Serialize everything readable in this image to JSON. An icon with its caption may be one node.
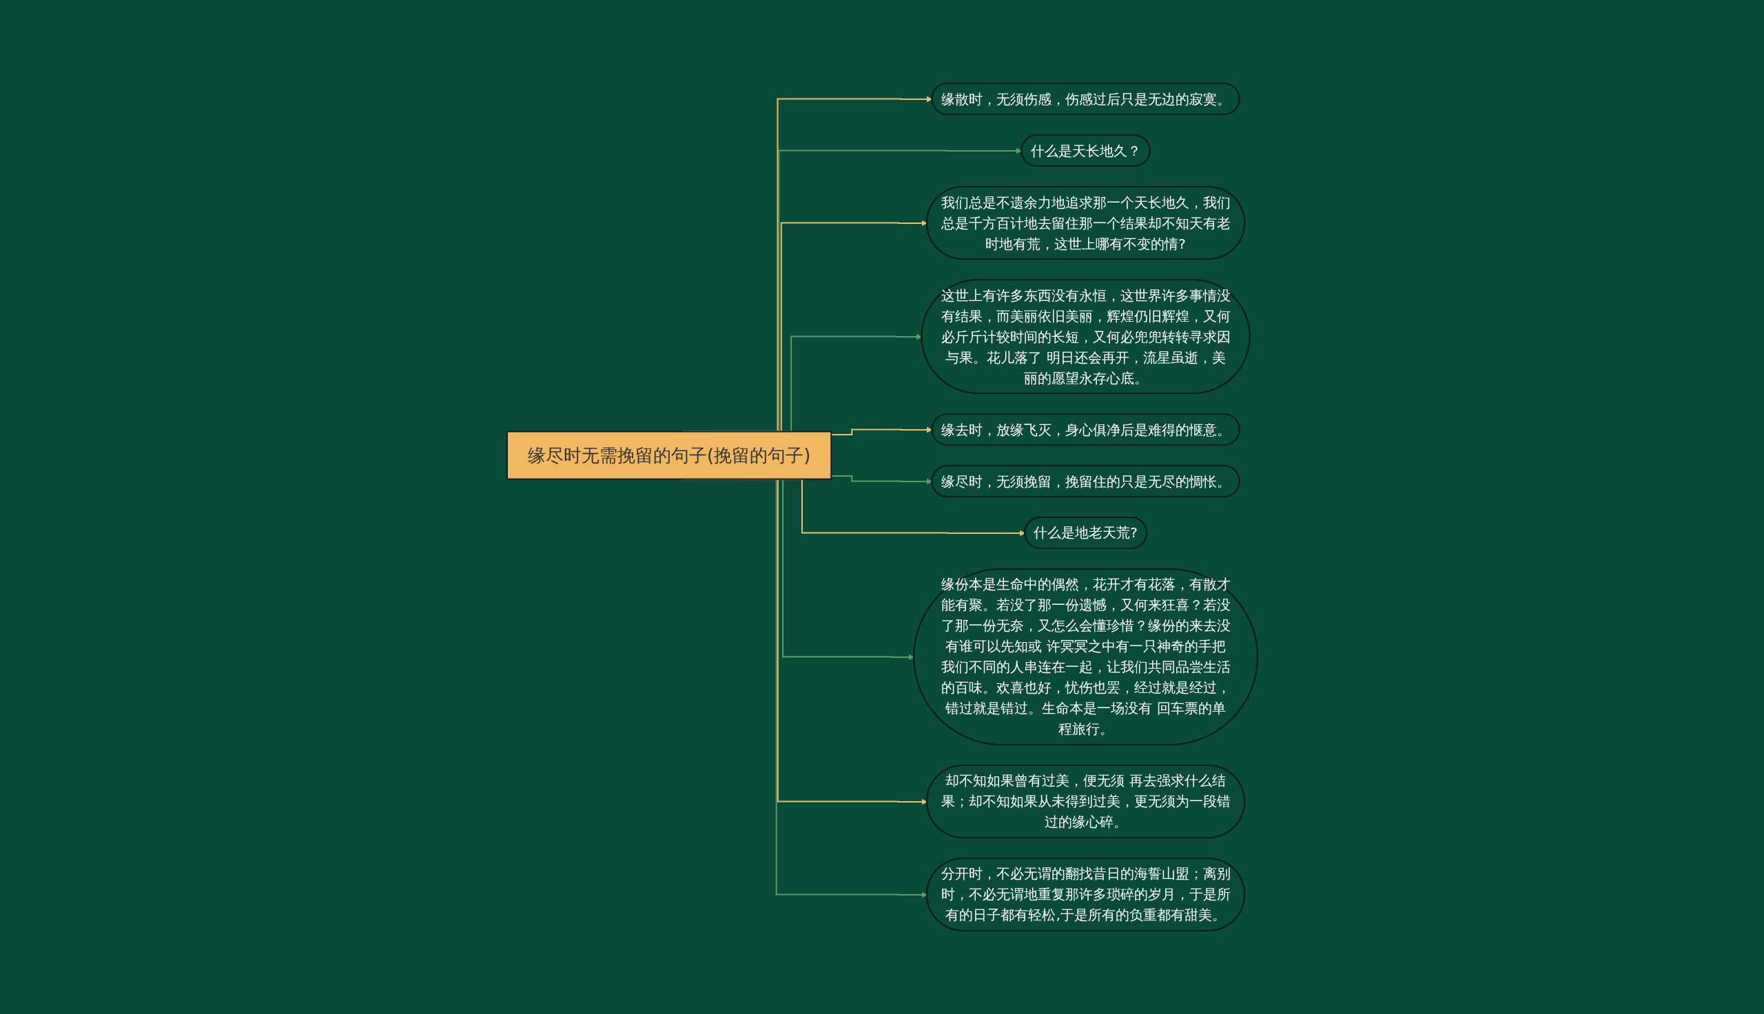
{
  "diagram": {
    "nodes": [
      {
        "text": [
          "缘尽时无需挽留的句子(挽留的句子)"
        ]
      },
      {
        "text": [
          "缘散时，无须伤感，伤感过后只是无边的寂寞。"
        ]
      },
      {
        "text": [
          "什么是天长地久？"
        ]
      },
      {
        "text": [
          "我们总是不遗余力地追求那一个天长地久，我们总是千方百计地去留住那一个结果却不知天有老时地有荒，这世上哪有不变的情?"
        ]
      },
      {
        "text": [
          "这世上有许多东西没有永恒，这世界许多事情没有结果，而美丽依旧美丽，辉煌仍旧辉煌，又何必斤斤计较时间的长短，又何必兜兜转转寻求因与果。花儿落了 明日还会再开，流星虽逝，美丽的愿望永存心底。"
        ]
      },
      {
        "text": [
          "缘去时，放缘飞灭，身心俱净后是难得的惬意。"
        ]
      },
      {
        "text": [
          "缘尽时，无须挽留，挽留住的只是无尽的惆怅。"
        ]
      },
      {
        "text": [
          "什么是地老天荒?"
        ]
      },
      {
        "text": [
          "缘份本是生命中的偶然，花开才有花落，有散才能有聚。若没了那一份遗憾，又何来狂喜？若没了那一份无奈，又怎么会懂珍惜？缘份的来去没有谁可以先知或 许冥冥之中有一只神奇的手把我们不同的人串连在一起，让我们共同品尝生活的百味。欢喜也好，忧伤也罢，经过就是经过，错过就是错过。生命本是一场没有 回车票的单程旅行。"
        ]
      },
      {
        "text": [
          "却不知如果曾有过美，便无须 再去强求什么结果；却不知如果从未得到过美，更无须为一段错过的缘心碎。"
        ]
      },
      {
        "text": [
          "分开时，不必无谓的翻找昔日的海誓山盟；离别时，不必无谓地重复那许多琐碎的岁月，于是所有的日子都有轻松,于是所有的负重都有甜美。"
        ]
      }
    ],
    "edges": [
      {
        "from": 0,
        "to": 1,
        "arrow": "to",
        "color": "#e8c070"
      },
      {
        "from": 0,
        "to": 2,
        "arrow": "to",
        "color": "#5e9a6a"
      },
      {
        "from": 0,
        "to": 3,
        "arrow": "to",
        "color": "#e8c070"
      },
      {
        "from": 0,
        "to": 4,
        "arrow": "to",
        "color": "#5e9a6a"
      },
      {
        "from": 0,
        "to": 5,
        "arrow": "to",
        "color": "#e8c070"
      },
      {
        "from": 0,
        "to": 6,
        "arrow": "to",
        "color": "#5e9a6a"
      },
      {
        "from": 0,
        "to": 7,
        "arrow": "to",
        "color": "#e8c070"
      },
      {
        "from": 0,
        "to": 8,
        "arrow": "to",
        "color": "#5e9a6a"
      },
      {
        "from": 0,
        "to": 9,
        "arrow": "to",
        "color": "#e8c070"
      },
      {
        "from": 0,
        "to": 10,
        "arrow": "to",
        "color": "#5e9a6a"
      }
    ]
  }
}
